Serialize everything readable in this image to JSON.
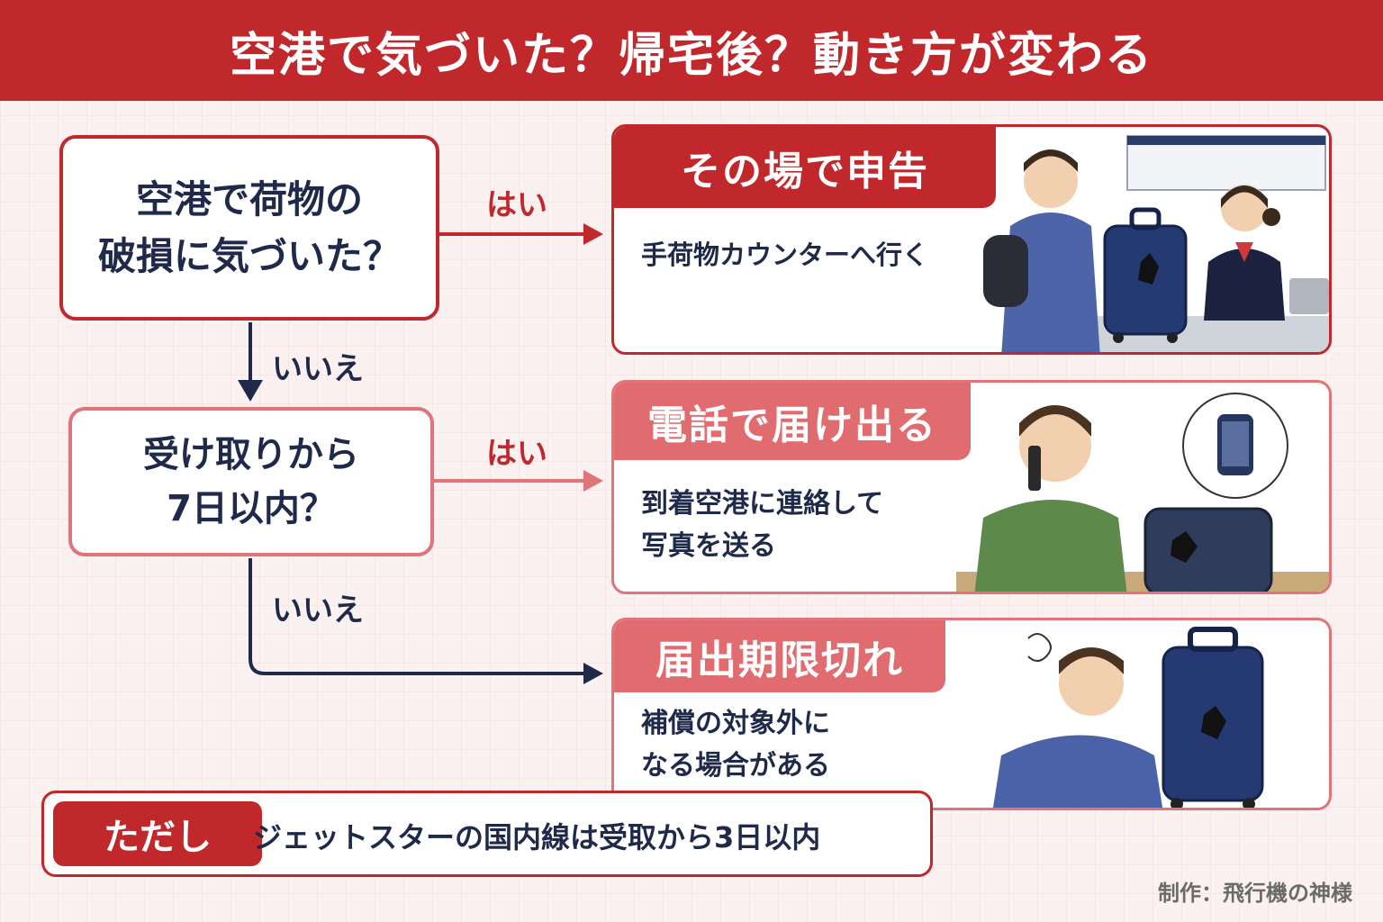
{
  "title": "空港で気づいた？帰宅後？動き方が変わる",
  "questions": {
    "q1": "空港で荷物の\n破損に気づいた？",
    "q2": "受け取りから\n7日以内？"
  },
  "labels": {
    "yes1": "はい",
    "yes2": "はい",
    "no1": "いいえ",
    "no2": "いいえ"
  },
  "cards": {
    "c1": {
      "title": "その場で申告",
      "text": "手荷物カウンターへ行く"
    },
    "c2": {
      "title": "電話で届け出る",
      "text": "到着空港に連絡して\n写真を送る"
    },
    "c3": {
      "title": "届出期限切れ",
      "text": "補償の対象外に\nなる場合がある"
    }
  },
  "note": {
    "tag": "ただし",
    "text": "ジェットスターの国内線は受取から3日以内"
  },
  "credit": "制作：飛行機の神様",
  "colors": {
    "primary_red": "#c0282c",
    "light_red": "#e06c70",
    "navy": "#1f2a4a",
    "background": "#fbf1f0"
  }
}
